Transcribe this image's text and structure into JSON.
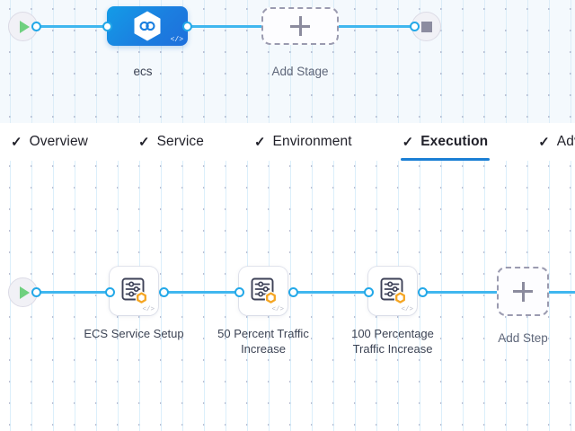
{
  "stage_graph": {
    "start_node": {
      "icon": "play-icon",
      "name": "start"
    },
    "end_node": {
      "icon": "stop-icon",
      "name": "end"
    },
    "stage": {
      "label": "ecs",
      "icon": "hexagon-link-icon",
      "code_badge": "</>"
    },
    "add_stage": {
      "label": "Add Stage",
      "icon": "plus-icon"
    }
  },
  "tabs": [
    {
      "label": "Overview",
      "check": "✓",
      "active": false
    },
    {
      "label": "Service",
      "check": "✓",
      "active": false
    },
    {
      "label": "Environment",
      "check": "✓",
      "active": false
    },
    {
      "label": "Execution",
      "check": "✓",
      "active": true
    },
    {
      "label": "Advanced",
      "check": "✓",
      "active": false
    }
  ],
  "execution_graph": {
    "start_node": {
      "icon": "play-icon",
      "name": "start"
    },
    "steps": [
      {
        "label": "ECS Service Setup",
        "icon": "sliders-icon",
        "badge": "orange-hexagon-icon",
        "code_badge": "</>"
      },
      {
        "label": "50 Percent Traffic Increase",
        "icon": "sliders-icon",
        "badge": "orange-hexagon-icon",
        "code_badge": "</>"
      },
      {
        "label": "100 Percentage Traffic Increase",
        "icon": "sliders-icon",
        "badge": "orange-hexagon-icon",
        "code_badge": "</>"
      }
    ],
    "add_step": {
      "label": "Add Step",
      "icon": "plus-icon"
    }
  },
  "colors": {
    "edge": "#40b7ef",
    "port_stroke": "#23a8e8",
    "stage_blue": "#1b7fe0",
    "active_tab_underline": "#1b7fd4",
    "badge_orange": "#f5a623",
    "start_green": "#6fd07f",
    "stop_gray": "#8c8ca0"
  }
}
